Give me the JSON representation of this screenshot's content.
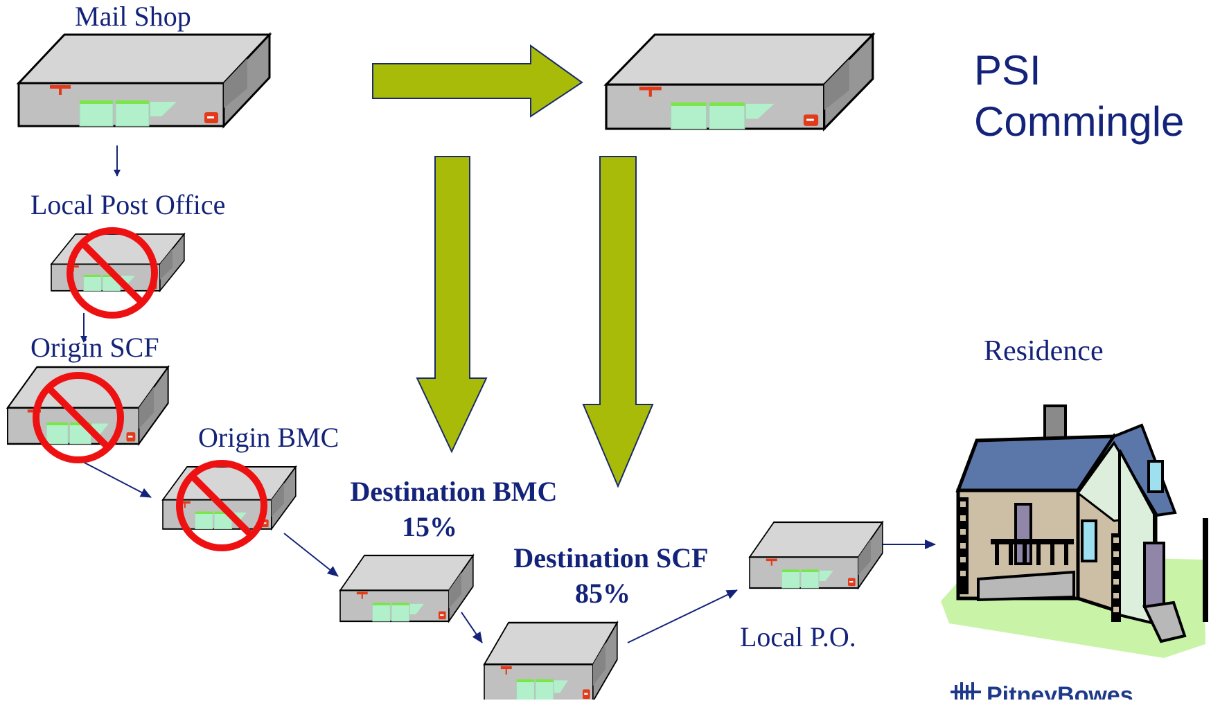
{
  "title": {
    "line1": "PSI",
    "line2": "Commingle"
  },
  "labels": {
    "mail_shop": "Mail Shop",
    "local_post_office": "Local Post Office",
    "origin_scf": "Origin SCF",
    "origin_bmc": "Origin BMC",
    "destination_bmc": "Destination BMC",
    "destination_bmc_pct": "15%",
    "destination_scf": "Destination SCF",
    "destination_scf_pct": "85%",
    "local_po": "Local P.O.",
    "residence": "Residence"
  },
  "logo": {
    "text": "PitneyBowes"
  },
  "colors": {
    "text": "#14237a",
    "big_arrow": "#a8bb09",
    "flow_arrow": "#14237a",
    "prohibit": "#ee1111",
    "building_top": "#d6d6d6",
    "building_front": "#c0c0c0",
    "building_side": "#969696"
  },
  "icons": [
    "post-office-building-icon",
    "prohibited-sign-icon",
    "house-icon",
    "arrow-icon"
  ]
}
